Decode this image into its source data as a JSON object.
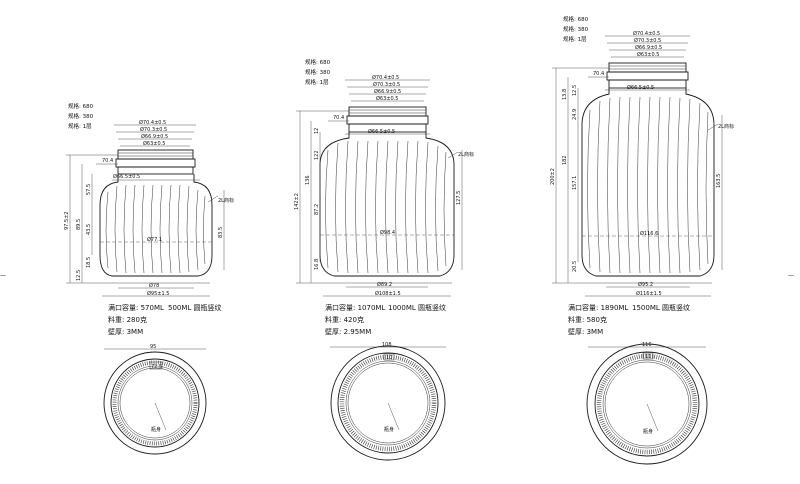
{
  "border_ticks": {
    "left": "—",
    "right": "—"
  },
  "bottles": [
    {
      "id": "b1",
      "header": [
        "规格: 680",
        "规格: 380",
        "规格: 1层"
      ],
      "neck_dims": [
        "Ø70.4±0.5",
        "Ø70.3±0.5",
        "Ø66.9±0.5",
        "Ø63±0.5"
      ],
      "mid_dims": [
        "70.4",
        "Ø66.5±0.5"
      ],
      "left_dims": [
        "97.5±2",
        "89.5",
        "43.5",
        "18.5",
        "12.5"
      ],
      "side_left": [
        "57.5"
      ],
      "side_right": [
        "83.5"
      ],
      "center_label": "Ø77.1",
      "bottom_dims": [
        "Ø78",
        "Ø95±1.5"
      ],
      "callout": "2L商标",
      "spec": [
        "满口容量: 570ML",
        "500ML 圆瓶竖纹",
        "料重: 280克",
        "壁厚: 3MM"
      ],
      "top_view": {
        "diameter": "95",
        "small_box": "72.5",
        "center": "瓶身"
      }
    },
    {
      "id": "b2",
      "header": [
        "规格: 680",
        "规格: 380",
        "规格: 1层"
      ],
      "neck_dims": [
        "Ø70.4±0.5",
        "Ø70.3±0.5",
        "Ø66.9±0.5",
        "Ø63±0.5"
      ],
      "mid_dims": [
        "70.4",
        "Ø66.5±0.5"
      ],
      "left_dims": [
        "142±2",
        "136",
        "122",
        "87.2",
        "16.8"
      ],
      "side_left": [
        "12"
      ],
      "side_right": [
        "127.5"
      ],
      "center_label": "Ø98.4",
      "bottom_dims": [
        "Ø89.2",
        "Ø108±1.5"
      ],
      "callout": "2L商标",
      "spec": [
        "满口容量: 1070ML",
        "1000ML 圆瓶竖纹",
        "料重: 420克",
        "壁厚: 2.95MM"
      ],
      "top_view": {
        "diameter": "108",
        "small_box": "10",
        "center": "瓶身"
      }
    },
    {
      "id": "b3",
      "header": [
        "规格: 680",
        "规格: 380",
        "规格: 1层"
      ],
      "neck_dims": [
        "Ø70.4±0.5",
        "Ø70.3±0.5",
        "Ø66.9±0.5",
        "Ø63±0.5"
      ],
      "mid_dims": [
        "70.4",
        "Ø66.5±0.5"
      ],
      "left_dims": [
        "200±2",
        "182",
        "157.1",
        "24.9",
        "13.8",
        "20.5"
      ],
      "side_left": [
        "12.5"
      ],
      "side_right": [
        "163.5"
      ],
      "center_label": "Ø116.6",
      "bottom_dims": [
        "Ø95.2",
        "Ø116±1.5"
      ],
      "callout": "2L商标",
      "spec": [
        "满口容量: 1890ML",
        "1500ML 圆瓶竖纹",
        "料重: 580克",
        "壁厚: 3MM"
      ],
      "top_view": {
        "diameter": "116",
        "small_box": "11",
        "center": "瓶身"
      }
    }
  ]
}
